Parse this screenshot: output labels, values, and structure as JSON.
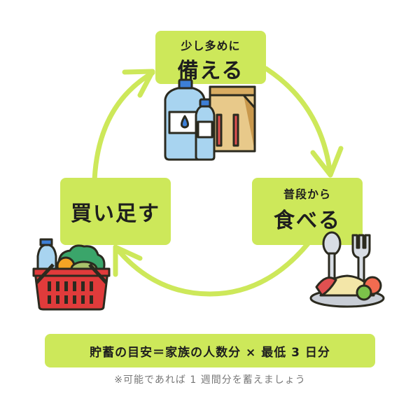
{
  "colors": {
    "accent": "#cde85a",
    "text": "#1e1e1e",
    "note": "#777777",
    "outline": "#2b2a1f"
  },
  "cycle": {
    "steps": [
      {
        "small": "少し多めに",
        "big": "備える",
        "icon": "water-bottles-and-food-bag-icon"
      },
      {
        "small": "普段から",
        "big": "食べる",
        "icon": "meal-plate-with-spoon-fork-icon"
      },
      {
        "small": "",
        "big": "買い足す",
        "icon": "shopping-basket-icon"
      }
    ],
    "arrows": [
      "arrow-prepare-to-eat",
      "arrow-eat-to-buy",
      "arrow-buy-to-prepare"
    ]
  },
  "formula": {
    "text": "貯蓄の目安＝家族の人数分 × 最低 3 日分"
  },
  "note": {
    "text": "※可能であれば 1 週間分を蓄えましょう"
  }
}
